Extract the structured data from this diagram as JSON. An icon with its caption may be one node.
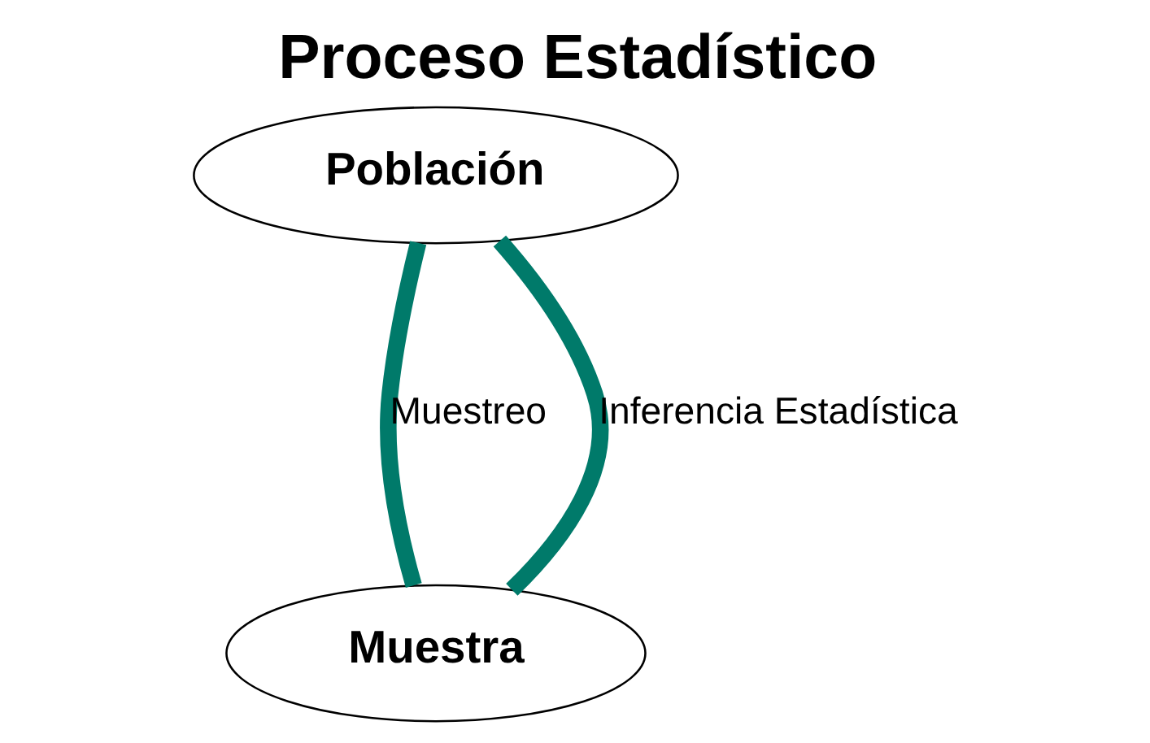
{
  "diagram": {
    "title": "Proceso Estadístico",
    "nodes": [
      {
        "text": [
          "Población"
        ]
      },
      {
        "text": [
          "Muestra"
        ]
      }
    ],
    "edges": [
      {
        "from": 0,
        "to": 1,
        "arrow": "none",
        "label": "Muestreo",
        "color": "#007a6a"
      },
      {
        "from": 1,
        "to": 0,
        "arrow": "none",
        "label": "Inferencia Estadística",
        "color": "#007a6a"
      }
    ]
  }
}
